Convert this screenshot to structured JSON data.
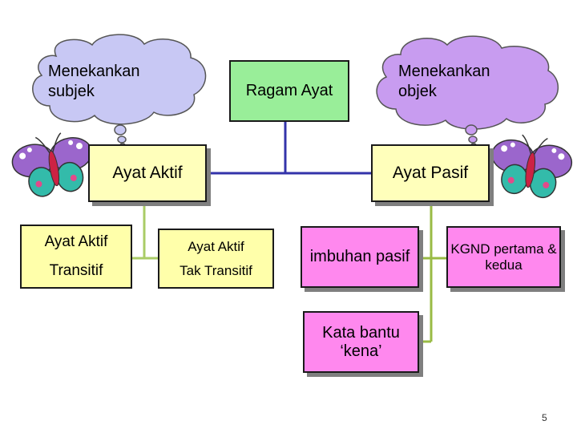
{
  "root": {
    "label": "Ragam Ayat"
  },
  "branches": {
    "aktif": {
      "label": "Ayat Aktif",
      "children": [
        {
          "lines": [
            "Ayat Aktif",
            "Transitif"
          ]
        },
        {
          "lines": [
            "Ayat Aktif",
            "Tak Transitif"
          ]
        }
      ]
    },
    "pasif": {
      "label": "Ayat Pasif",
      "children": [
        {
          "label": "imbuhan pasif"
        },
        {
          "label": "KGND pertama & kedua"
        },
        {
          "label": "Kata bantu ‘kena’"
        }
      ]
    }
  },
  "clouds": {
    "left": {
      "line1": "Menekankan",
      "line2": "subjek",
      "color": "#c8c8f4"
    },
    "right": {
      "line1": "Menekankan",
      "line2": "objek",
      "color": "#c89cf0"
    }
  },
  "colors": {
    "root_fill": "#99ee99",
    "level1_fill": "#ffffbb",
    "aktif_children_fill": "#ffffaa",
    "pasif_children_fill": "#ff88ee",
    "connector_main": "#3333aa",
    "connector_aktif": "#aacc66",
    "connector_pasif": "#99bb44"
  },
  "icons": {
    "left_decoration": "butterfly-icon",
    "right_decoration": "butterfly-icon"
  },
  "page_number": "5"
}
